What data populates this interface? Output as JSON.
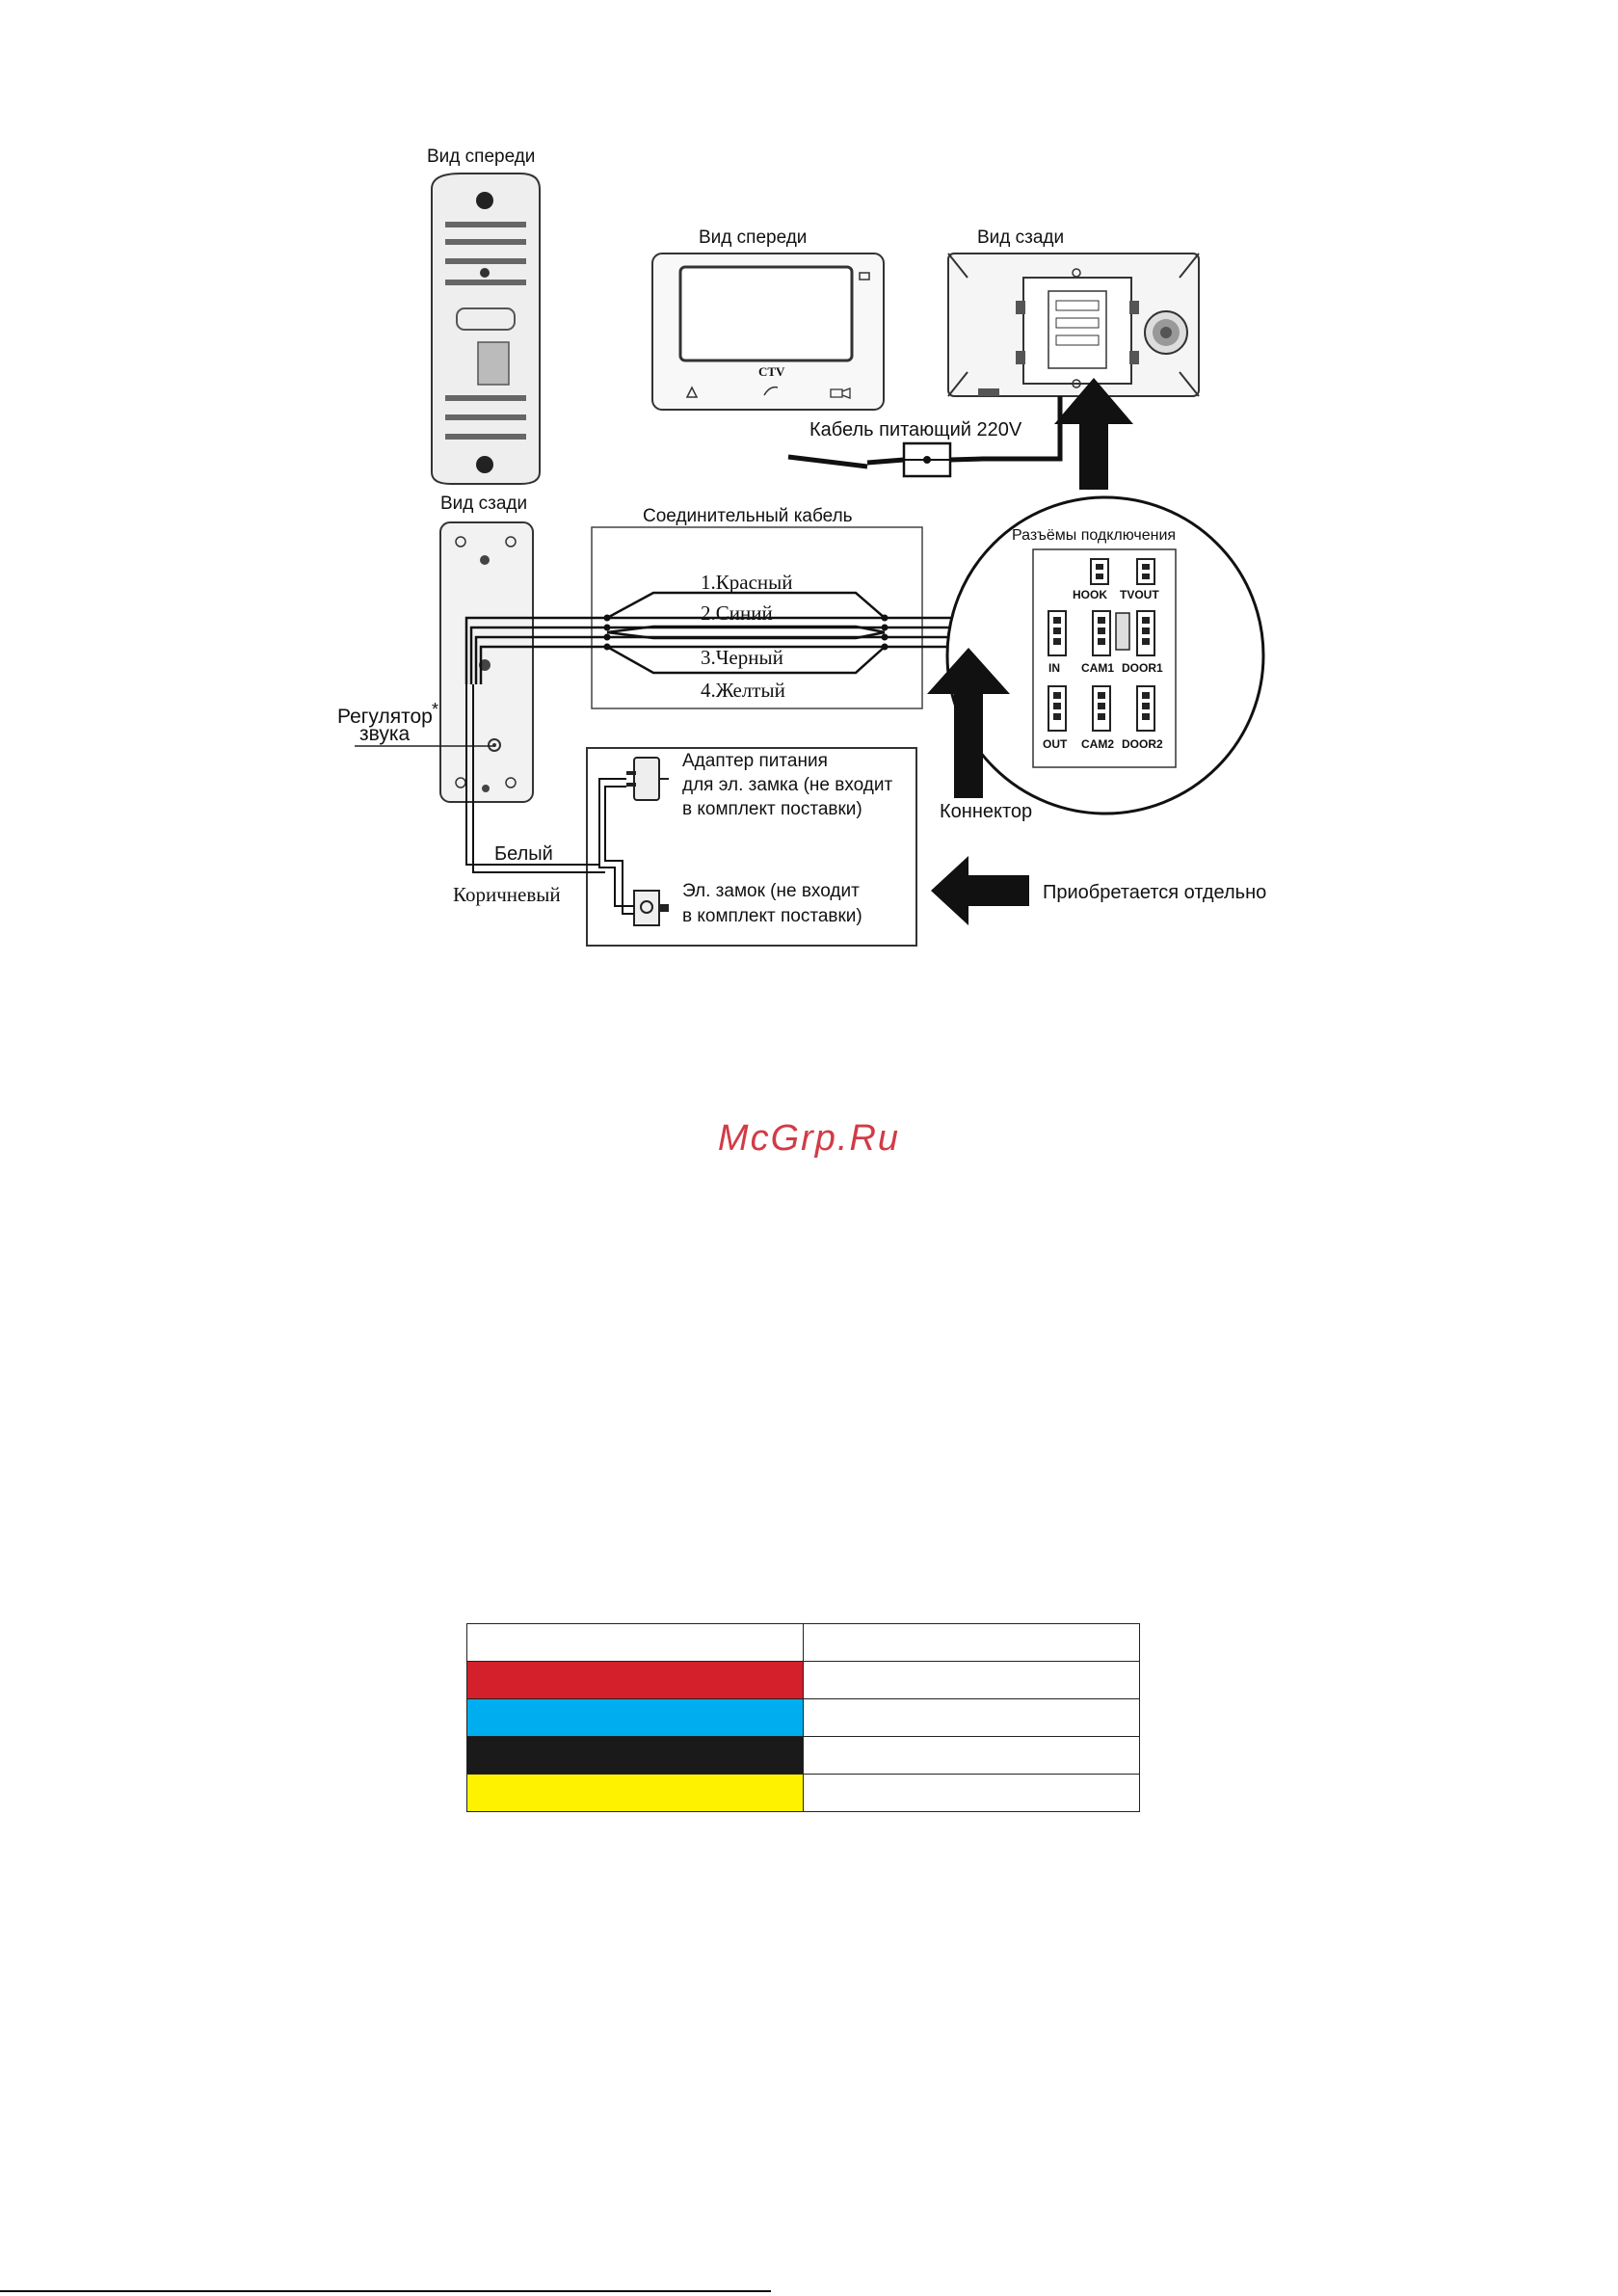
{
  "panel": {
    "front_title": "Вид спереди",
    "back_title": "Вид сзади",
    "volume_label_line1": "Регулятор",
    "volume_label_line2": "звука",
    "volume_star": "*"
  },
  "monitor": {
    "front_title": "Вид спереди",
    "back_title": "Вид сзади",
    "brand": "CTV",
    "power_cable": "Кабель питающий 220V"
  },
  "cable": {
    "title": "Соединительный кабель",
    "wires": [
      "1.Красный",
      "2.Синий",
      "3.Черный",
      "4.Желтый"
    ]
  },
  "connectors": {
    "title": "Разъёмы подключения",
    "labels": [
      "HOOK",
      "TVOUT",
      "IN",
      "CAM1",
      "DOOR1",
      "OUT",
      "CAM2",
      "DOOR2"
    ],
    "pointer": "Коннектор"
  },
  "lock": {
    "adapter": [
      "Адаптер питания",
      "для эл. замка (не входит",
      "в комплект поставки)"
    ],
    "lock": [
      "Эл. замок (не входит",
      "в комплект поставки)"
    ],
    "white_wire": "Белый",
    "brown_wire": "Коричневый",
    "purchased": "Приобретается отдельно"
  },
  "watermark": "McGrp.Ru",
  "colors": {
    "red": "#d4202a",
    "blue": "#00aeef",
    "black": "#1a1a1a",
    "yellow": "#fff200"
  },
  "color_table": [
    {
      "color": "#ffffff"
    },
    {
      "color": "#d4202a"
    },
    {
      "color": "#00aeef"
    },
    {
      "color": "#1a1a1a"
    },
    {
      "color": "#fff200"
    }
  ]
}
